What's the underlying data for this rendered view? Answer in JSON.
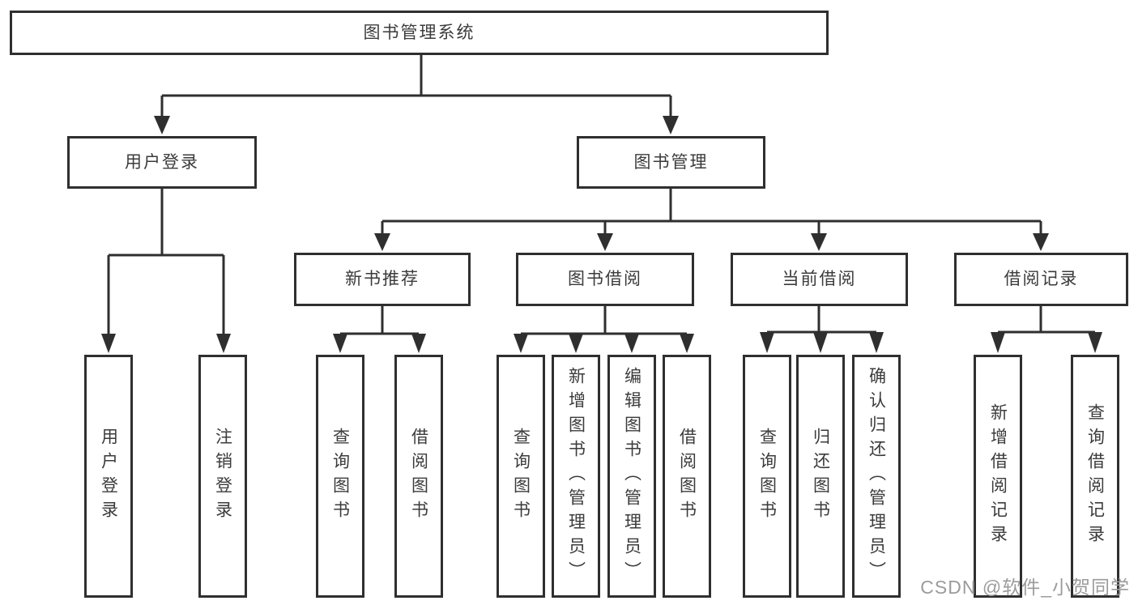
{
  "diagram": {
    "root": {
      "label": "图书管理系统"
    },
    "level2": [
      {
        "label": "用户登录"
      },
      {
        "label": "图书管理"
      }
    ],
    "level3": [
      {
        "label": "新书推荐"
      },
      {
        "label": "图书借阅"
      },
      {
        "label": "当前借阅"
      },
      {
        "label": "借阅记录"
      }
    ],
    "leaves": {
      "user_login": [
        "用户登录",
        "注销登录"
      ],
      "new_books": [
        "查询图书",
        "借阅图书"
      ],
      "borrow": [
        "查询图书",
        "新增图书（管理员）",
        "编辑图书（管理员）",
        "借阅图书"
      ],
      "current": [
        "查询图书",
        "归还图书",
        "确认归还（管理员）"
      ],
      "records": [
        "新增借阅记录",
        "查询借阅记录"
      ]
    }
  },
  "watermark": "CSDN @软件_小贺同学",
  "colors": {
    "line": "#2f2f2f",
    "text": "#3b3b3b",
    "watermark": "#9b9b9b",
    "background": "#ffffff"
  }
}
